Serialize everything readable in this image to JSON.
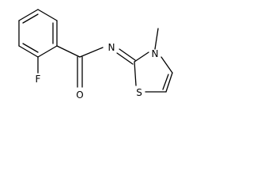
{
  "molecule": {
    "atoms": {
      "fluorine": "F",
      "oxygen": "O",
      "imine_nitrogen": "N",
      "ring_nitrogen": "N",
      "sulfur": "S"
    }
  },
  "colors": {
    "background": "#ffffff",
    "bond": "#000000",
    "label": "#000000"
  }
}
